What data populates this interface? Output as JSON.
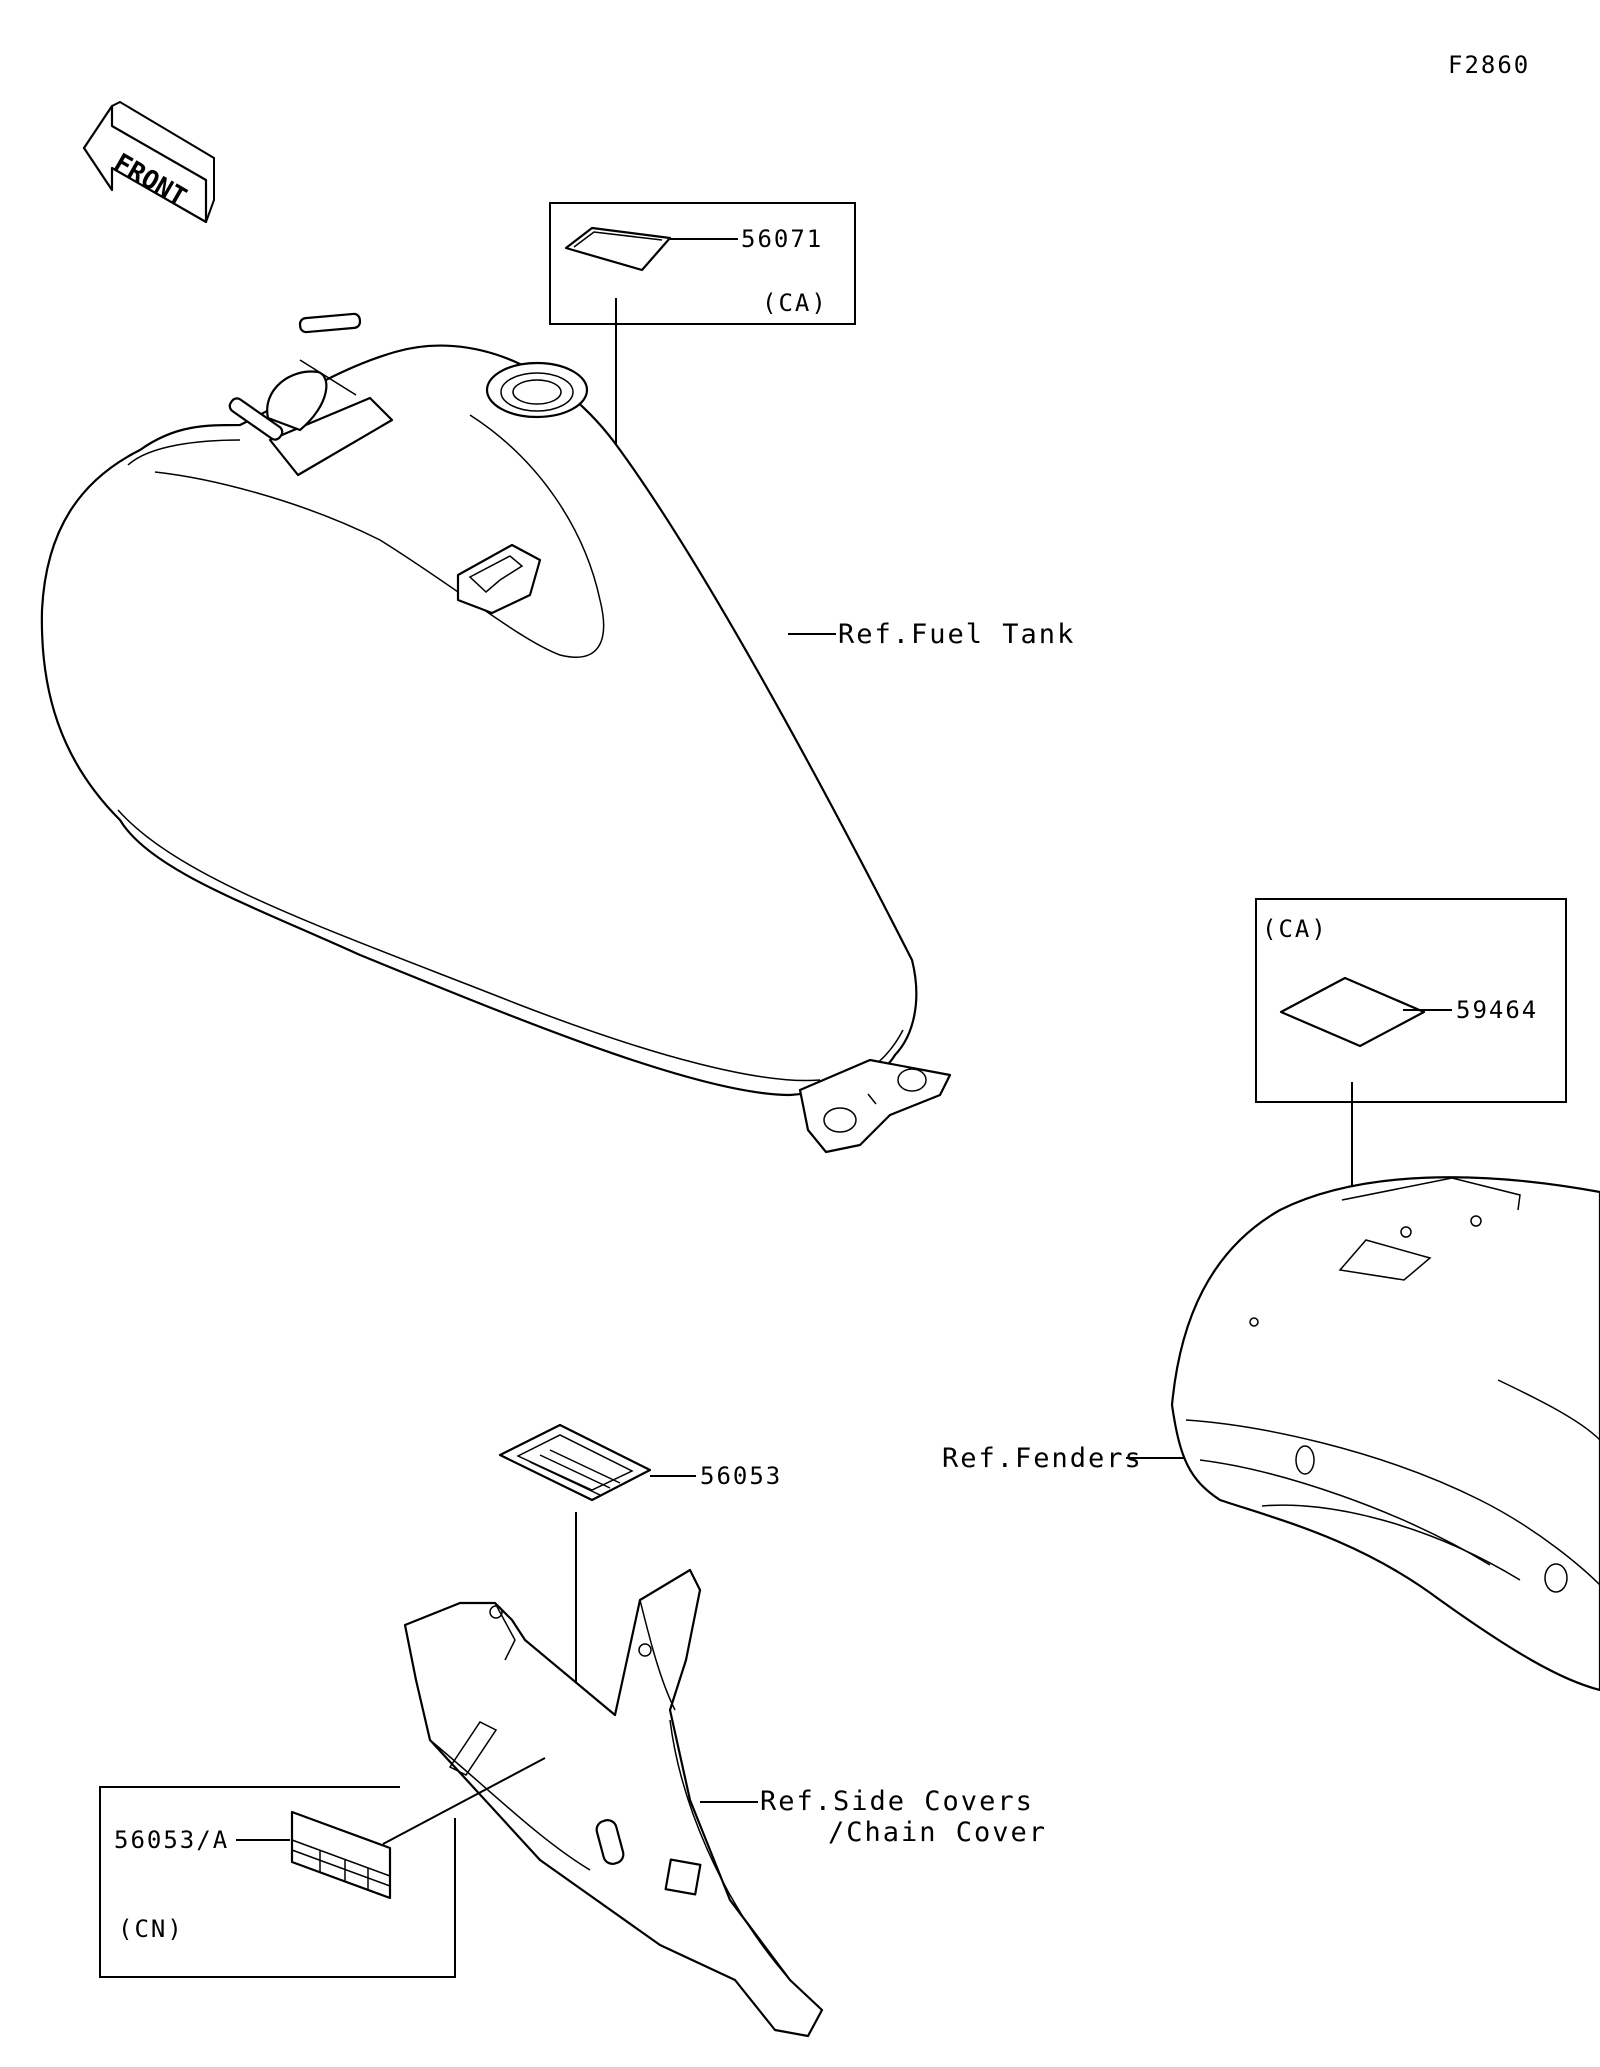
{
  "diagram": {
    "figure_code": "F2860",
    "front_arrow_text": "FRONT",
    "parts": [
      {
        "number": "56071",
        "region": "(CA)"
      },
      {
        "number": "59464",
        "region": "(CA)"
      },
      {
        "number": "56053"
      },
      {
        "number": "56053/A",
        "region": "(CN)"
      }
    ],
    "references": {
      "fuel_tank": "Ref.Fuel Tank",
      "fenders": "Ref.Fenders",
      "side_covers_line1": "Ref.Side Covers",
      "side_covers_line2": "/Chain Cover"
    }
  }
}
